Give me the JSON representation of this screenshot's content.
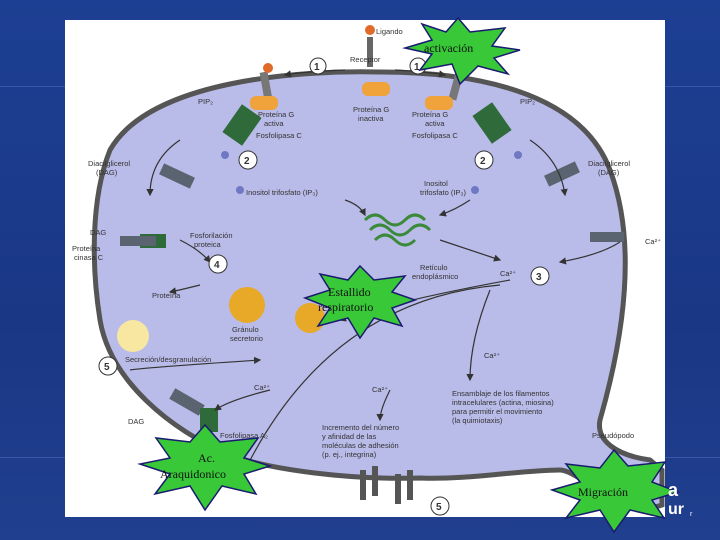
{
  "stars": {
    "activacion": "activación",
    "estallido_1": "Estallido",
    "estallido_2": "respiratorio",
    "ac_1": "Ac.",
    "ac_2": "Araquidonico",
    "migracion": "Migración"
  },
  "labels": {
    "ligando": "Ligando",
    "receptor": "Receptor",
    "pip2_left": "PIP₂",
    "pip2_right": "PIP₂",
    "prot_g_activa_l1": "Proteína G",
    "prot_g_activa_l2": "activa",
    "fosfolipasa_c_l": "Fosfolipasa C",
    "prot_g_inactiva_1": "Proteína G",
    "prot_g_inactiva_2": "inactiva",
    "prot_g_activa_r1": "Proteína G",
    "prot_g_activa_r2": "activa",
    "fosfolipasa_c_r": "Fosfolipasa C",
    "dag_l_1": "Diacilglicerol",
    "dag_l_2": "(DAG)",
    "dag_r_1": "Diacilglicerol",
    "dag_r_2": "(DAG)",
    "ip3_l": "Inositol trifosfato (IP₃)",
    "ip3_r_1": "Inositol",
    "ip3_r_2": "trifosfato (IP₃)",
    "dag_short": "DAG",
    "pkc_1": "Proteína",
    "pkc_2": "cinasa C",
    "fosforilacion_1": "Fosforilación",
    "fosforilacion_2": "proteica",
    "proteina": "Proteína",
    "granulo_1": "Gránulo",
    "granulo_2": "secretorio",
    "reticulo_1": "Retículo",
    "reticulo_2": "endoplásmico",
    "ca_ext": "Ca²⁺",
    "ca_center": "Ca²⁺",
    "ca_mid": "Ca²⁺",
    "ca_low1": "Ca²⁺",
    "ca_low2": "Ca²⁺",
    "secrecion": "Secreción/desgranulación",
    "dag_bottom": "DAG",
    "fosfolipasa_a2": "Fosfolipasa A₂",
    "incremento_1": "Incremento del número",
    "incremento_2": "y afinidad de las",
    "incremento_3": "moléculas de adhesión",
    "incremento_4": "(p. ej., integrina)",
    "ensamblaje_1": "Ensamblaje de los filamentos",
    "ensamblaje_2": "intracelulares (actina, miosina)",
    "ensamblaje_3": "para permitir el movimiento",
    "ensamblaje_4": "(la quimiotaxis)",
    "pseudopodo": "Pseudópodo"
  },
  "steps": {
    "s1a": "1",
    "s1b": "1",
    "s2a": "2",
    "s2b": "2",
    "s3": "3",
    "s4": "4",
    "s5a": "5",
    "s5b": "5"
  },
  "corner_logo": "a",
  "corner_logo2": "ur",
  "corner_small": "r"
}
